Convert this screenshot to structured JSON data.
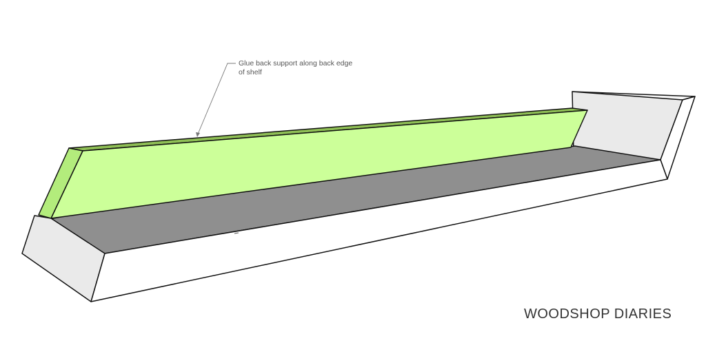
{
  "annotation": {
    "line1": "Glue back support along back edge",
    "line2": "of shelf"
  },
  "watermark": "WOODSHOP DIARIES",
  "colors": {
    "background": "#ffffff",
    "back_support_face": "#ccff99",
    "back_support_top": "#8fbf55",
    "back_support_side": "#b3ec7c",
    "shelf_floor": "#8f8f8f",
    "shelf_side_panel": "#e9e9e9",
    "shelf_front": "#ffffff",
    "outline": "#111111"
  },
  "icons": {
    "leader_arrow": "arrow-pointer-icon"
  }
}
